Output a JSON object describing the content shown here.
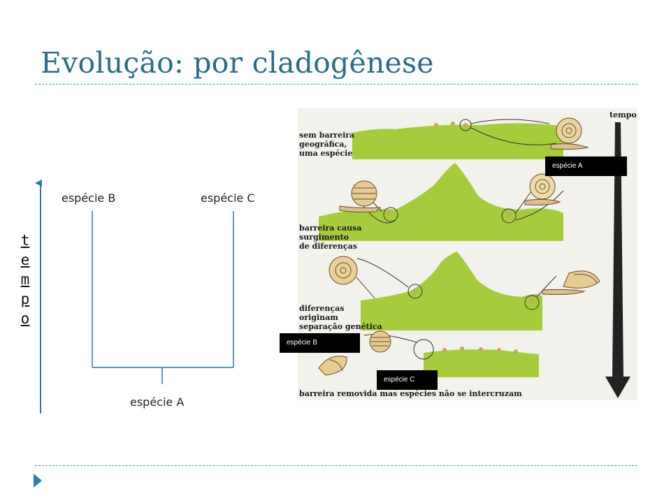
{
  "slide": {
    "title": "Evolução: por cladogênese"
  },
  "diagram": {
    "species_b": "espécie B",
    "species_c": "espécie C",
    "species_a": "espécie A",
    "time_letters": [
      "t",
      "e",
      "m",
      "p",
      "o"
    ]
  },
  "illustration": {
    "time_label": "tempo",
    "stage1": "sem barreira\ngeográfica,\numa espécie",
    "stage2": "barreira causa\nsurgimento\nde diferenças",
    "stage3": "diferenças\noriginam\nseparação genética",
    "stage4": "barreira removida mas espécies não se intercruzam",
    "tag_a": "espécie A",
    "tag_b": "espécie B",
    "tag_c": "espécie C"
  },
  "colors": {
    "title": "#2b6d86",
    "divider": "#3fa0b3",
    "bullet": "#2d7fb3",
    "terrain": "#a6cc3e",
    "axis_arrow": "#2a78a8"
  }
}
